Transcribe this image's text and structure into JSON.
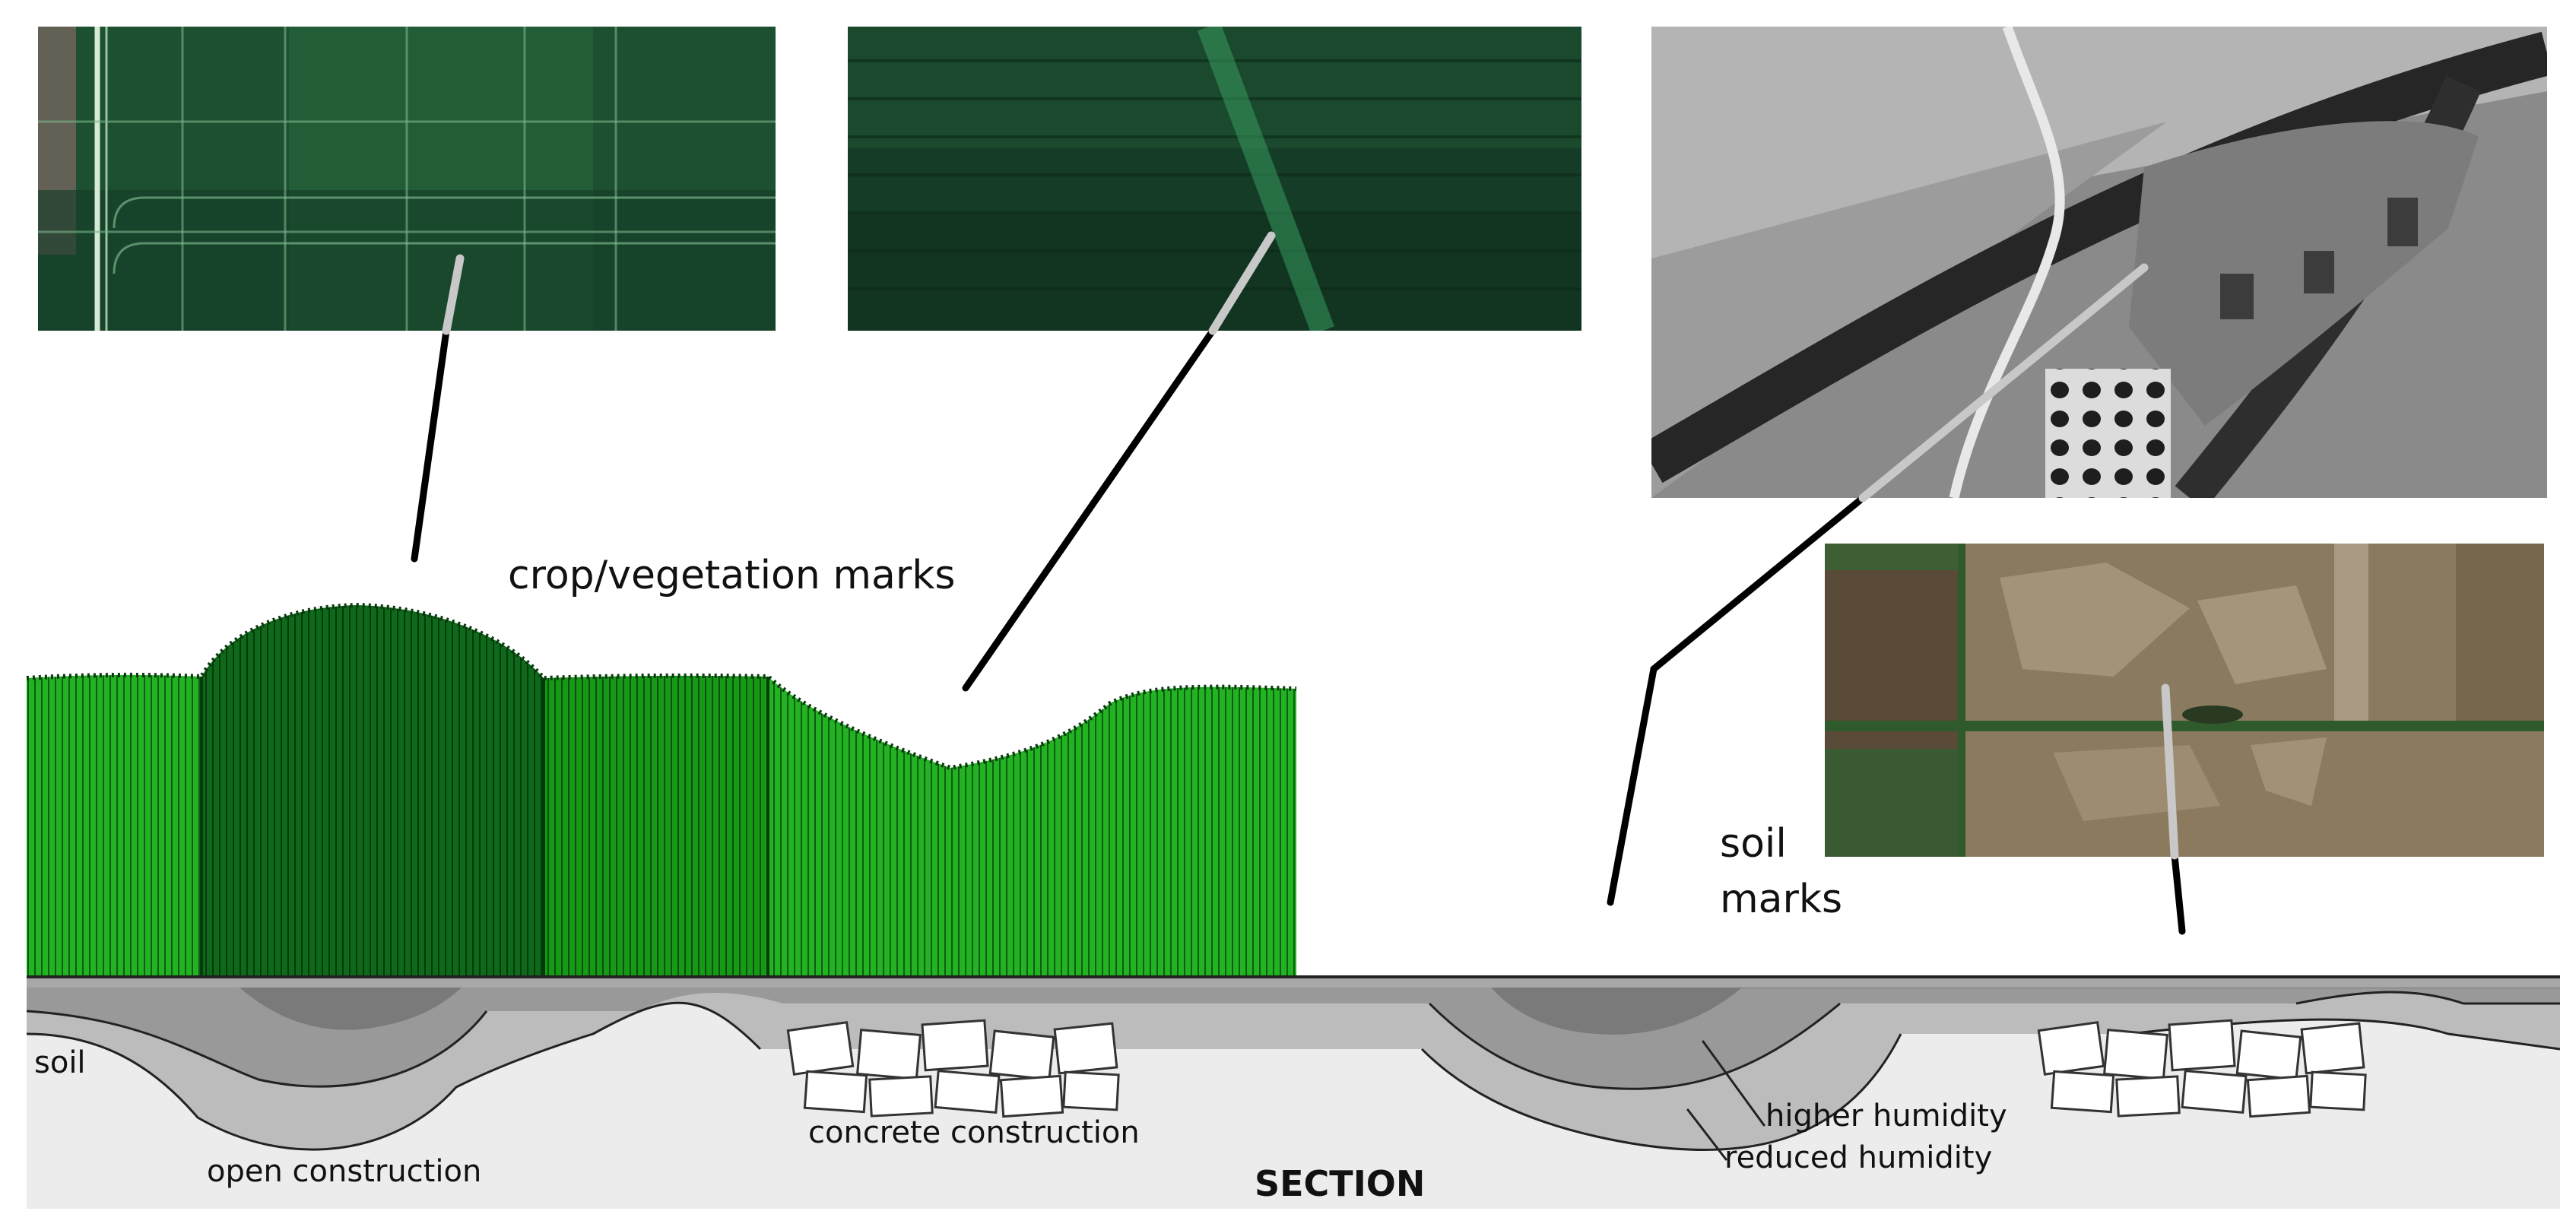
{
  "labels": {
    "crop_marks": "crop/vegetation marks",
    "soil_marks_line1": "soil",
    "soil_marks_line2": "marks",
    "soil": "soil",
    "open_construction": "open construction",
    "concrete_construction": "concrete construction",
    "higher_humidity": "higher humidity",
    "reduced_humidity": "reduced humidity",
    "section": "SECTION"
  },
  "colors": {
    "crop_light": "#22b222",
    "crop_mid": "#169a16",
    "crop_dark": "#0e6a1a",
    "soil_base": "#ececec",
    "soil_layer_light": "#bcbcbc",
    "soil_layer_mid": "#999999",
    "soil_layer_dark": "#7a7a7a",
    "top_band": "#a8a8a8",
    "leader_line": "#000000",
    "leader_tip": "#c8c8c8"
  },
  "icons": {
    "photo_crop_field_1": "aerial-photo-green-field-icon",
    "photo_crop_field_2": "aerial-photo-green-field-icon",
    "photo_bw_archival": "aerial-photo-grayscale-icon",
    "photo_soil_field": "aerial-photo-brown-field-icon"
  }
}
